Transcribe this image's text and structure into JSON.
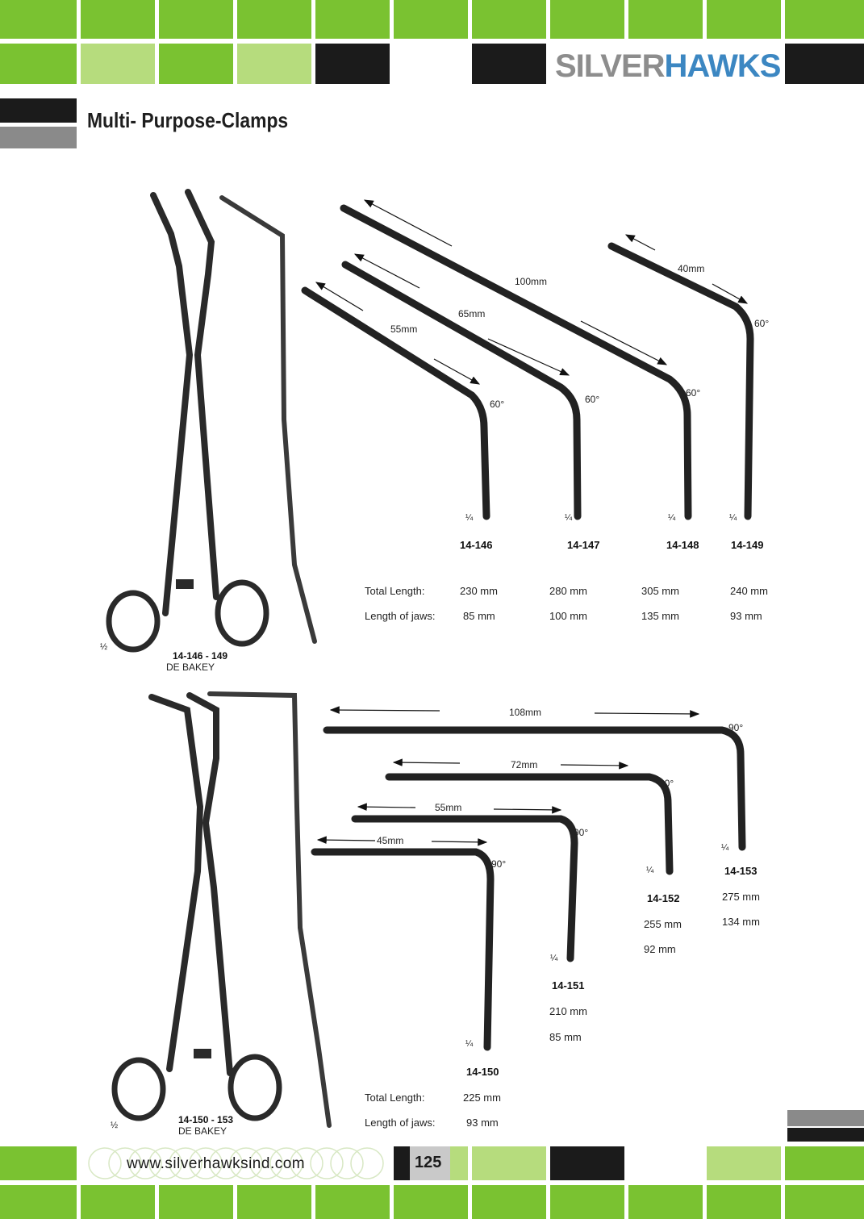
{
  "brand": {
    "part1": "SILVER",
    "part2": "HAWKS"
  },
  "title": "Multi- Purpose-Clamps",
  "footer": {
    "url": "www.silverhawksind.com",
    "page": "125"
  },
  "colors": {
    "green": "#7ac231",
    "light_green": "#b6dc7d",
    "dark": "#1b1b1b",
    "grey": "#8a8a8a",
    "brand_blue": "#3c87c2"
  },
  "section1": {
    "scale": "½",
    "range": "14-146 - 149",
    "name": "DE BAKEY",
    "row_labels": {
      "total": "Total Length:",
      "jaws": "Length of jaws:"
    },
    "items": [
      {
        "code": "14-146",
        "total": "230 mm",
        "jaws": "85 mm",
        "jaw_len": "55mm",
        "angle": "60°",
        "scale": "¼"
      },
      {
        "code": "14-147",
        "total": "280 mm",
        "jaws": "100 mm",
        "jaw_len": "65mm",
        "angle": "60°",
        "scale": "¼"
      },
      {
        "code": "14-148",
        "total": "305 mm",
        "jaws": "135 mm",
        "jaw_len": "100mm",
        "angle": "60°",
        "scale": "¼"
      },
      {
        "code": "14-149",
        "total": "240 mm",
        "jaws": "93 mm",
        "jaw_len": "40mm",
        "angle": "60°",
        "scale": "¼"
      }
    ]
  },
  "section2": {
    "scale": "½",
    "range": "14-150 - 153",
    "name": "DE BAKEY",
    "row_labels": {
      "total": "Total Length:",
      "jaws": "Length of jaws:"
    },
    "items": [
      {
        "code": "14-150",
        "total": "225 mm",
        "jaws": "93 mm",
        "jaw_len": "45mm",
        "angle": "90°",
        "scale": "¼"
      },
      {
        "code": "14-151",
        "total": "210 mm",
        "jaws": "85 mm",
        "jaw_len": "55mm",
        "angle": "90°",
        "scale": "¼"
      },
      {
        "code": "14-152",
        "total": "255 mm",
        "jaws": "92 mm",
        "jaw_len": "72mm",
        "angle": "90°",
        "scale": "¼"
      },
      {
        "code": "14-153",
        "total": "275 mm",
        "jaws": "134 mm",
        "jaw_len": "108mm",
        "angle": "90°",
        "scale": "¼"
      }
    ]
  }
}
